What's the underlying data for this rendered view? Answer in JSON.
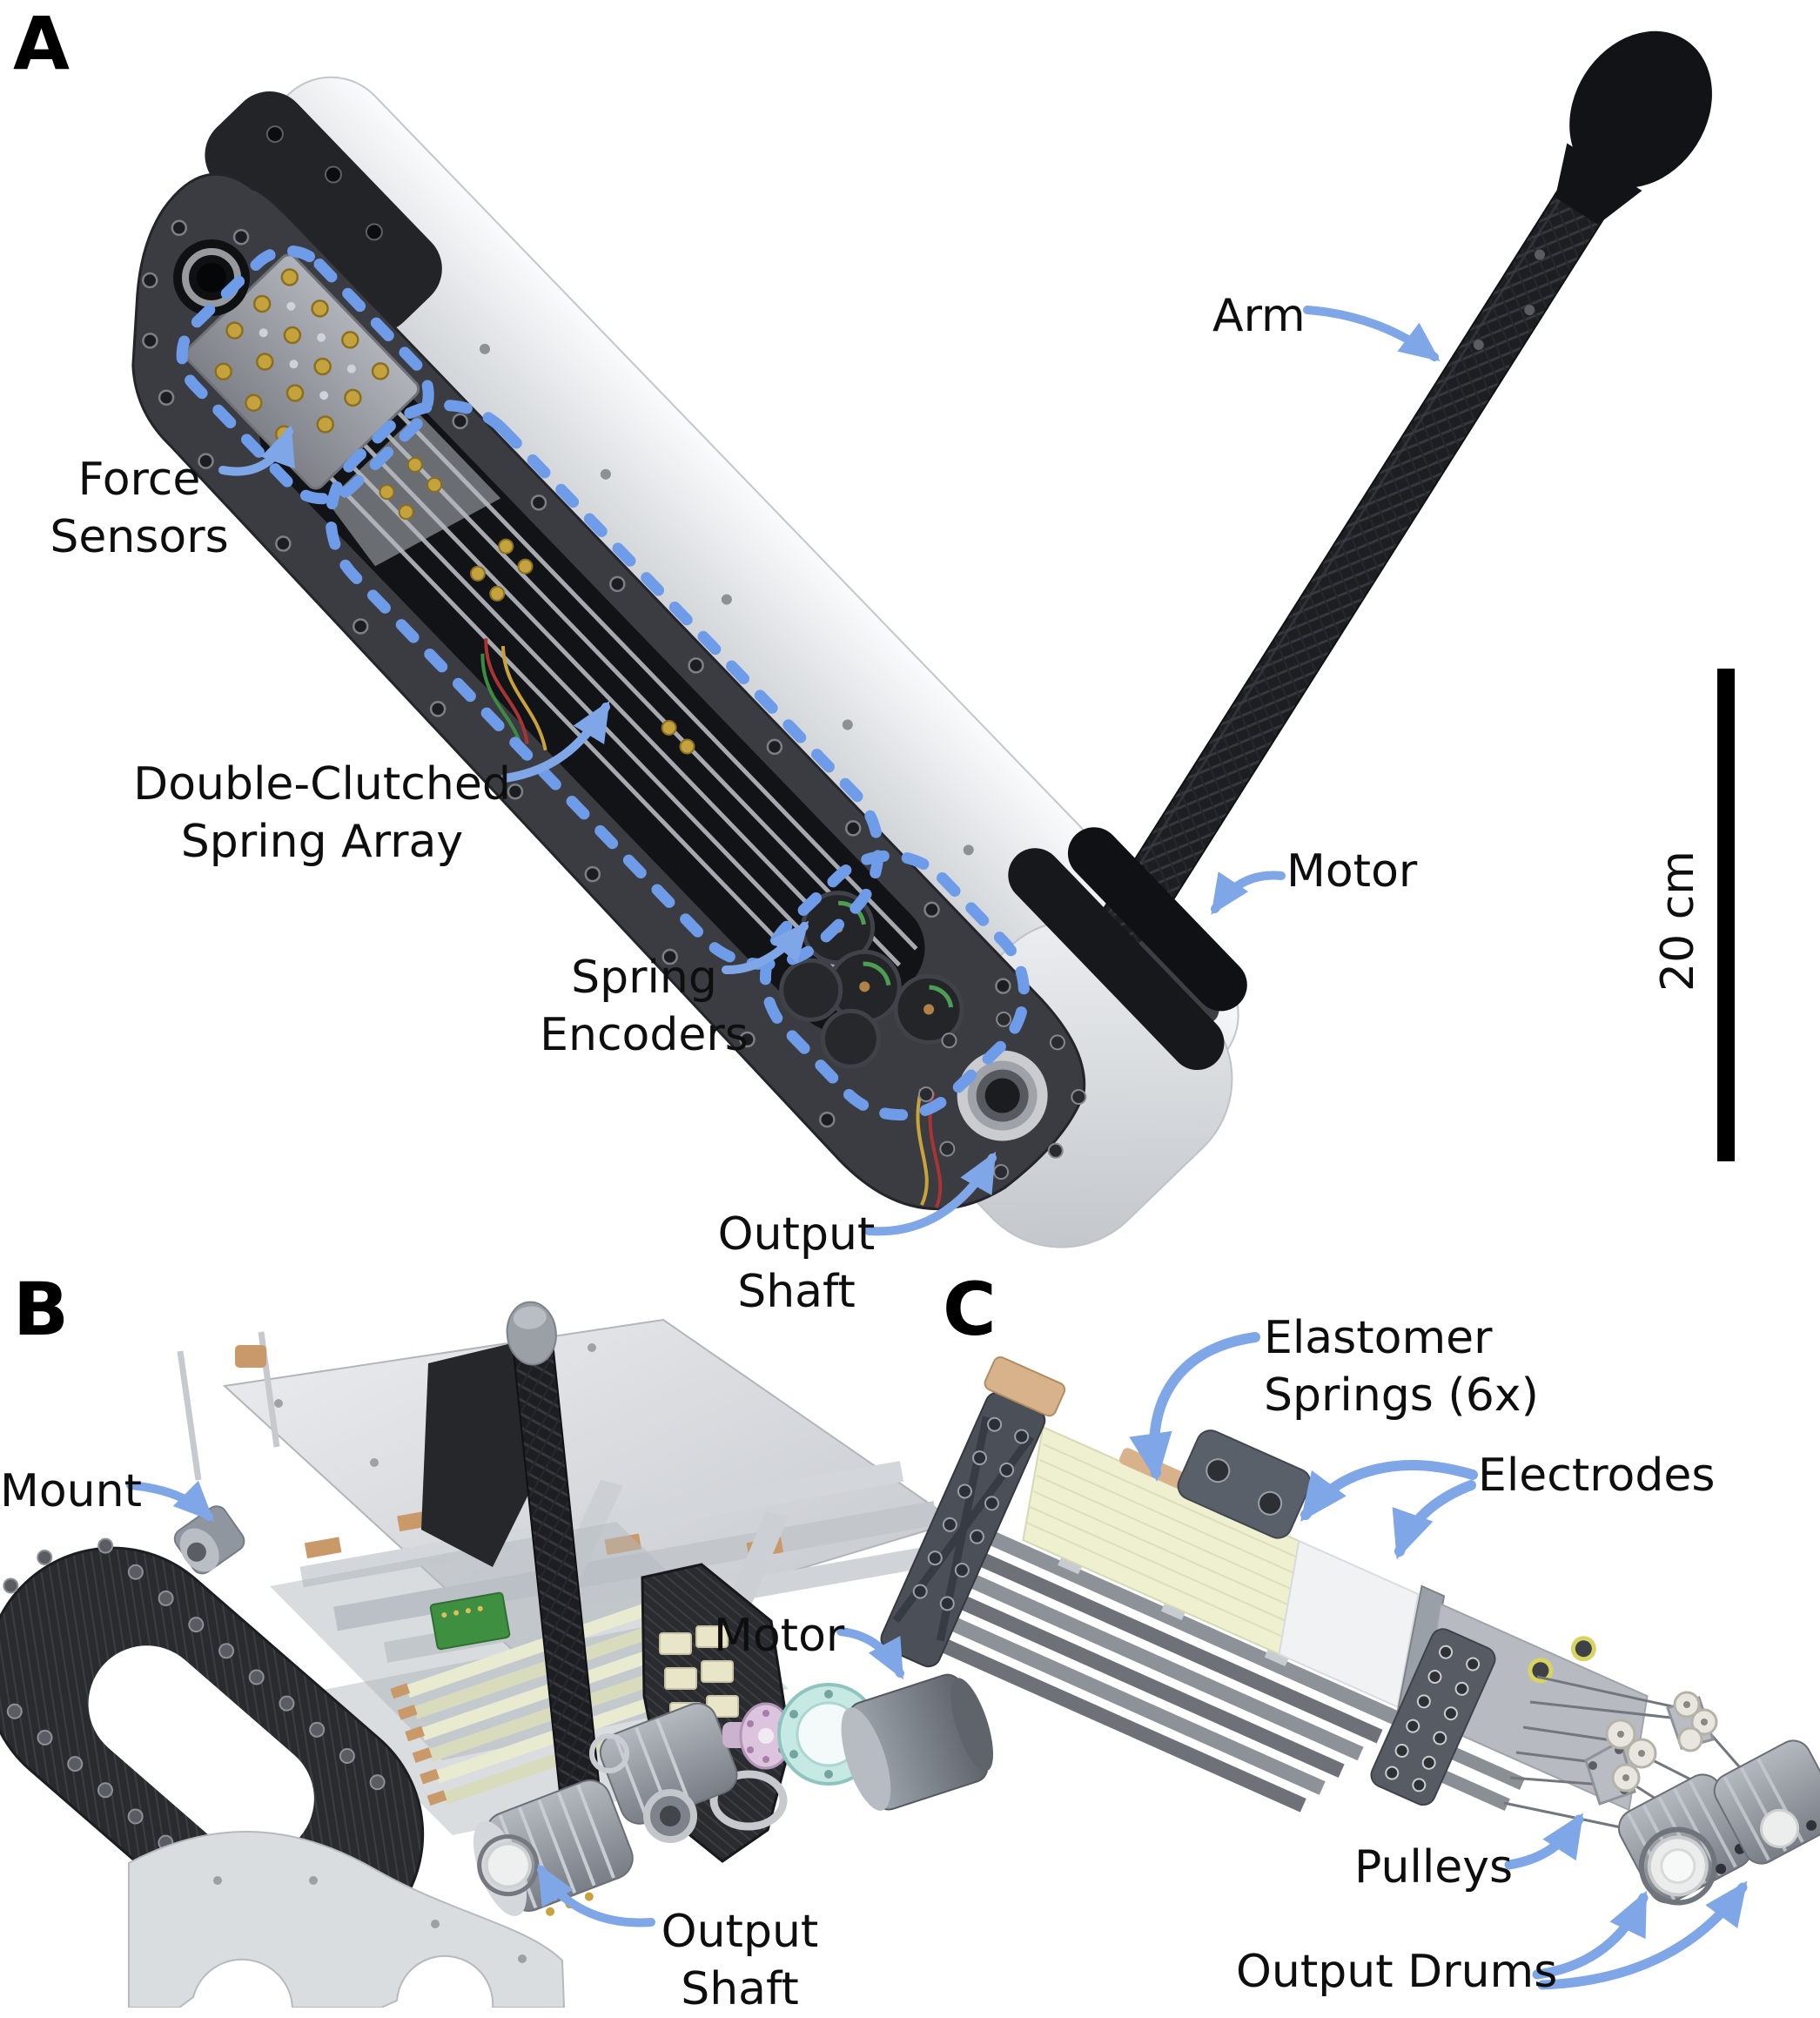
{
  "figure": {
    "background": "#ffffff",
    "annotation": {
      "arrow_color": "#7fa6e6",
      "dashed_outline_color": "#6e9ce8",
      "label_color": "#0e0e0e",
      "arrow_icon": "curved-callout-arrow"
    },
    "scale_bar": {
      "label": "20 cm"
    },
    "panel_a": {
      "letter": "A",
      "labels": {
        "force_sensors_1": "Force",
        "force_sensors_2": "Sensors",
        "spring_array_1": "Double-Clutched",
        "spring_array_2": "Spring Array",
        "spring_encoders_1": "Spring",
        "spring_encoders_2": "Encoders",
        "output_shaft_1": "Output",
        "output_shaft_2": "Shaft",
        "arm": "Arm",
        "motor": "Motor"
      }
    },
    "panel_b": {
      "letter": "B",
      "labels": {
        "mount": "Mount",
        "motor": "Motor",
        "output_shaft_1": "Output",
        "output_shaft_2": "Shaft"
      }
    },
    "panel_c": {
      "letter": "C",
      "labels": {
        "elastomer_springs_1": "Elastomer",
        "elastomer_springs_2": "Springs (6x)",
        "electrodes": "Electrodes",
        "pulleys": "Pulleys",
        "output_drums": "Output Drums"
      }
    }
  }
}
